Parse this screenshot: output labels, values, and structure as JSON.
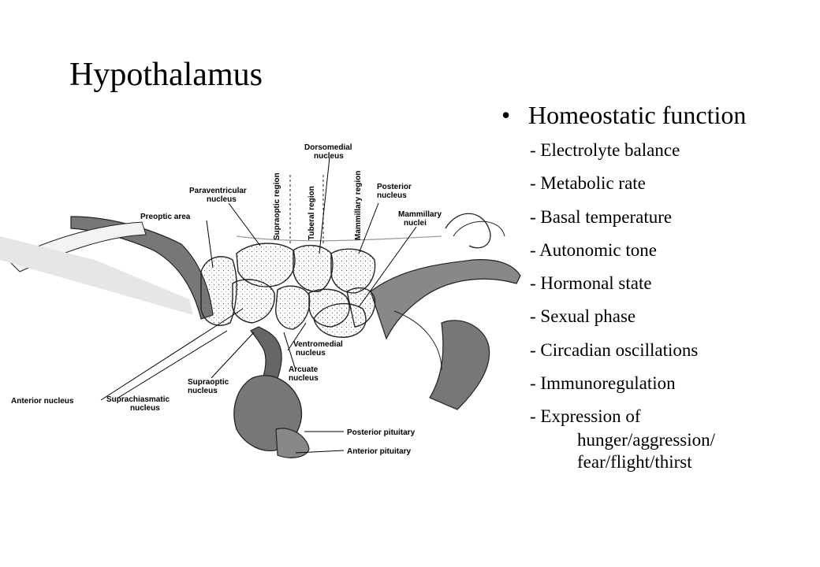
{
  "title": "Hypothalamus",
  "bullet": {
    "marker": "•",
    "text": "Homeostatic function"
  },
  "items": [
    "- Electrolyte balance",
    "- Metabolic rate",
    "- Basal temperature",
    "- Autonomic tone",
    "- Hormonal state",
    "- Sexual phase",
    "- Circadian oscillations",
    "- Immunoregulation",
    "- Expression of"
  ],
  "continuation": [
    "hunger/aggression/",
    "fear/flight/thirst"
  ],
  "diagram": {
    "labels": {
      "dorsomedial": [
        "Dorsomedial",
        "nucleus"
      ],
      "paraventricular": [
        "Paraventricular",
        "nucleus"
      ],
      "posterior": [
        "Posterior",
        "nucleus"
      ],
      "preoptic": "Preoptic area",
      "mammillary": [
        "Mammillary",
        "nuclei"
      ],
      "ventromedial": [
        "Ventromedial",
        "nucleus"
      ],
      "arcuate": [
        "Arcuate",
        "nucleus"
      ],
      "supraoptic": [
        "Supraoptic",
        "nucleus"
      ],
      "anterior": "Anterior nucleus",
      "suprachiasmatic": [
        "Suprachiasmatic",
        "nucleus"
      ],
      "posterior_pituitary": "Posterior pituitary",
      "anterior_pituitary": "Anterior pituitary"
    },
    "regions": [
      "Supraoptic region",
      "Tuberal region",
      "Mammillary region"
    ]
  }
}
